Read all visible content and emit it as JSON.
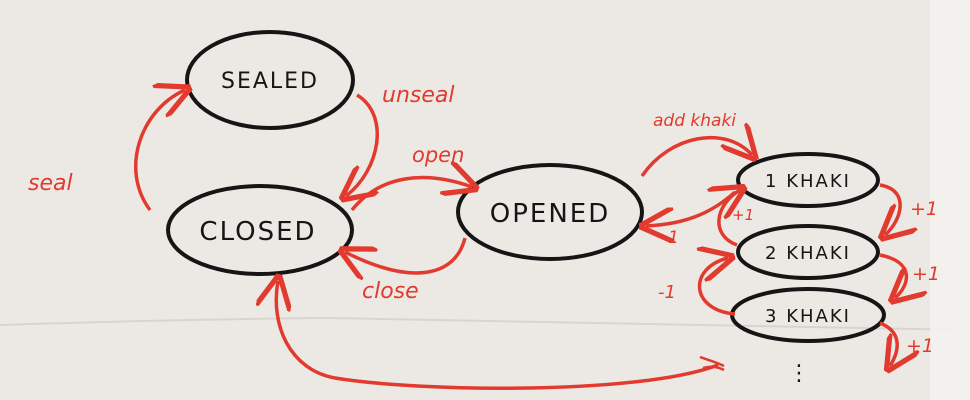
{
  "diagram": {
    "nodes": {
      "sealed": "SEALED",
      "closed": "CLOSED",
      "opened": "OPENED",
      "khaki1": "1 KHAKI",
      "khaki2": "2 KHAKI",
      "khaki3": "3 KHAKI",
      "ellipsis": "⋮"
    },
    "edges": {
      "seal": "seal",
      "unseal": "unseal",
      "open": "open",
      "close": "close",
      "add_khaki": "add khaki",
      "plus_1_k1_k2": "+1",
      "plus_1_k2_k3": "+1",
      "plus_1_k3_more": "+1",
      "minus_1_k1_opened": "-1",
      "minus_1_k2_k1": "+1",
      "minus_1_k3_k2": "-1"
    },
    "colors": {
      "paper": "#ece9e4",
      "ink": "#151515",
      "marker": "#e23a2e"
    }
  }
}
